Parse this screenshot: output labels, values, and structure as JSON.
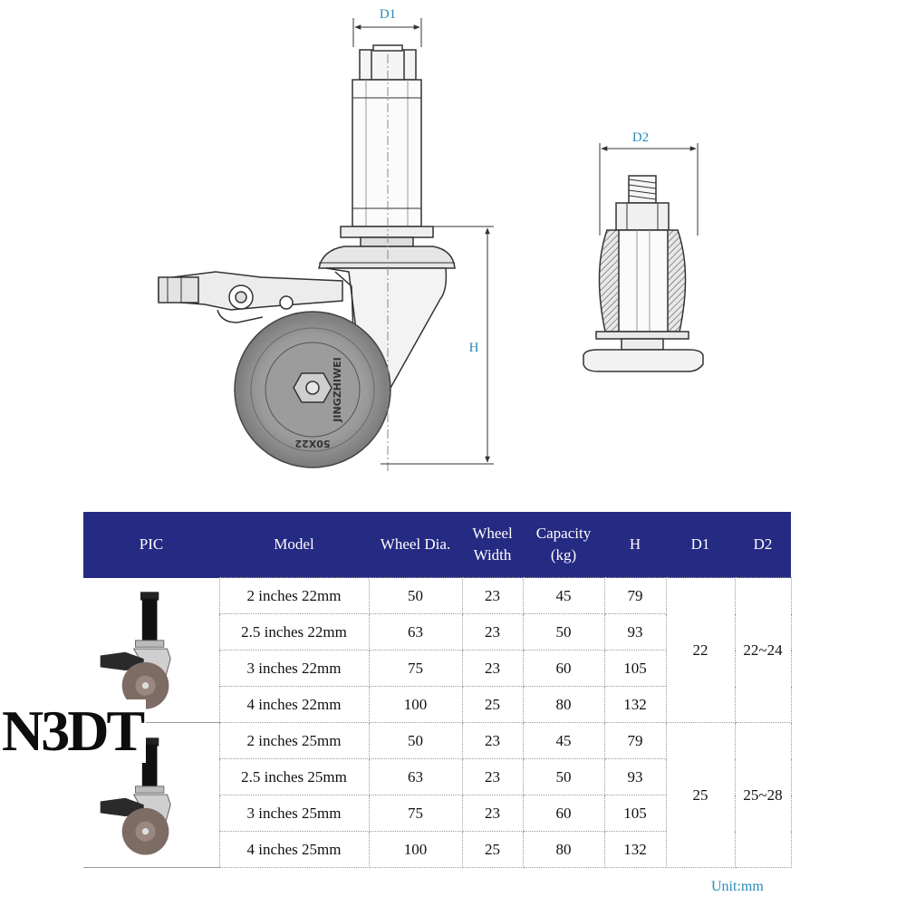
{
  "diagram": {
    "label_d1": "D1",
    "label_d2": "D2",
    "label_h": "H",
    "wheel_text": "JINGZHIWEI",
    "wheel_code": "50X22"
  },
  "table": {
    "headers": [
      "PIC",
      "Model",
      "Wheel Dia.",
      "Wheel Width",
      "Capacity (kg)",
      "H",
      "D1",
      "D2"
    ],
    "header_lines": {
      "wheel_width": [
        "Wheel",
        "Width"
      ],
      "capacity": [
        "Capacity",
        "(kg)"
      ]
    },
    "groups": [
      {
        "d1": "22",
        "d2": "22~24",
        "rows": [
          {
            "model": "2 inches 22mm",
            "wheel_dia": "50",
            "wheel_width": "23",
            "capacity": "45",
            "h": "79"
          },
          {
            "model": "2.5 inches 22mm",
            "wheel_dia": "63",
            "wheel_width": "23",
            "capacity": "50",
            "h": "93"
          },
          {
            "model": "3 inches 22mm",
            "wheel_dia": "75",
            "wheel_width": "23",
            "capacity": "60",
            "h": "105"
          },
          {
            "model": "4 inches 22mm",
            "wheel_dia": "100",
            "wheel_width": "25",
            "capacity": "80",
            "h": "132"
          }
        ]
      },
      {
        "d1": "25",
        "d2": "25~28",
        "rows": [
          {
            "model": "2 inches 25mm",
            "wheel_dia": "50",
            "wheel_width": "23",
            "capacity": "45",
            "h": "79"
          },
          {
            "model": "2.5 inches 25mm",
            "wheel_dia": "63",
            "wheel_width": "23",
            "capacity": "50",
            "h": "93"
          },
          {
            "model": "3 inches 25mm",
            "wheel_dia": "75",
            "wheel_width": "23",
            "capacity": "60",
            "h": "105"
          },
          {
            "model": "4 inches 25mm",
            "wheel_dia": "100",
            "wheel_width": "25",
            "capacity": "80",
            "h": "132"
          }
        ]
      }
    ]
  },
  "unit_note": "Unit:mm",
  "logo": "N3DT",
  "colors": {
    "header_bg": "#252a82",
    "header_text": "#ffffff",
    "dimension_text": "#2a8ab8",
    "wheel_gray": "#8a8a8a"
  }
}
